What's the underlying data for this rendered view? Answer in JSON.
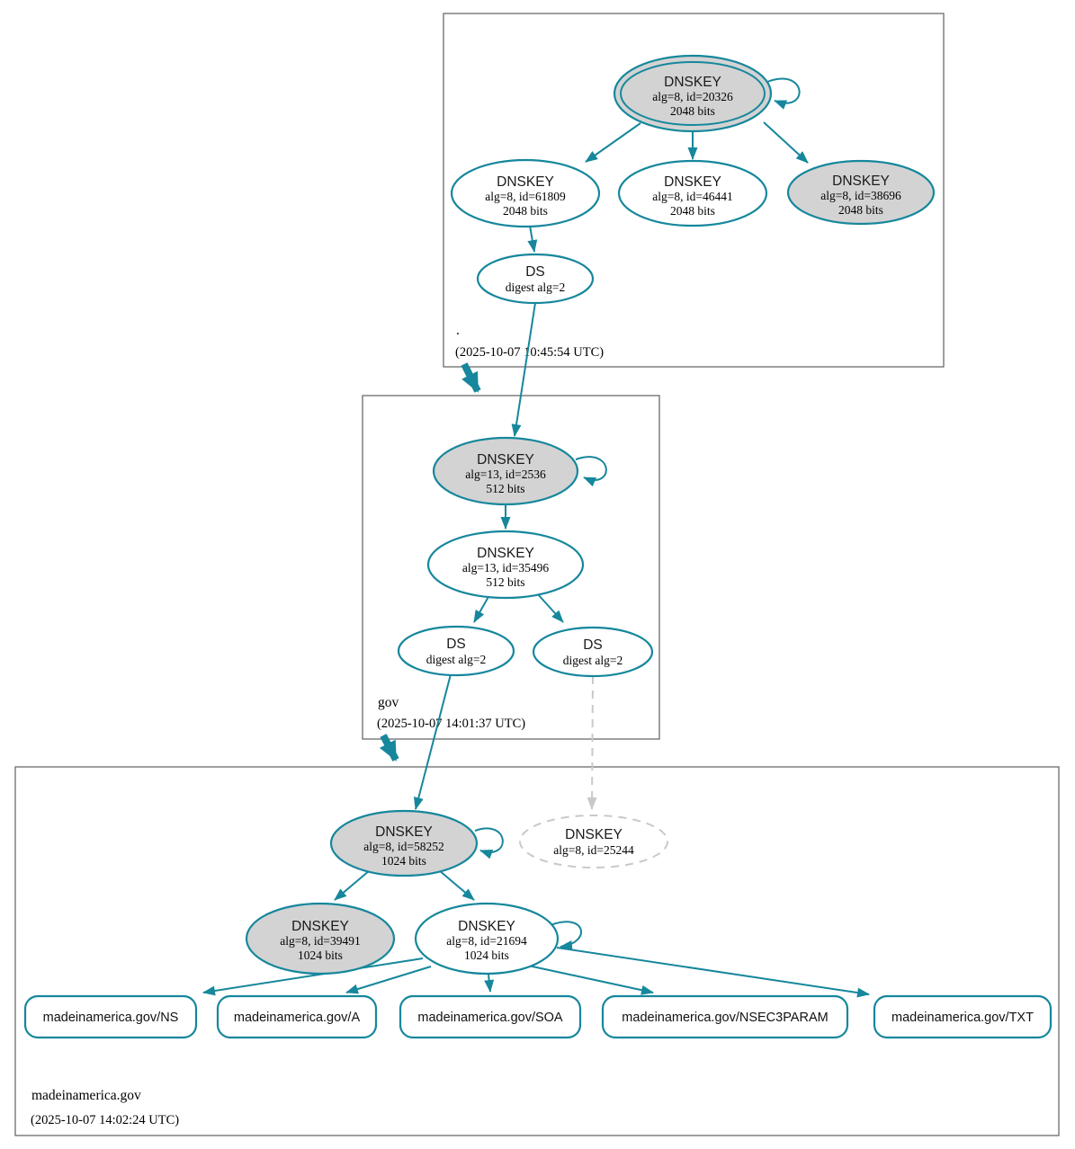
{
  "diagram_type": "dnssec-authentication-chain",
  "colors": {
    "secure_teal": "#16879c",
    "node_gray_fill": "#d3d3d3",
    "insecure_gray": "#c9c9c9",
    "zone_border_gray": "#5f5f5f",
    "text_black": "#000000"
  },
  "zones": {
    "root": {
      "label": ".",
      "timestamp": "(2025-10-07 10:45:54 UTC)",
      "nodes": {
        "ksk": {
          "title": "DNSKEY",
          "detail": "alg=8, id=20326",
          "size": "2048 bits"
        },
        "zsk1": {
          "title": "DNSKEY",
          "detail": "alg=8, id=61809",
          "size": "2048 bits"
        },
        "zsk2": {
          "title": "DNSKEY",
          "detail": "alg=8, id=46441",
          "size": "2048 bits"
        },
        "zsk3": {
          "title": "DNSKEY",
          "detail": "alg=8, id=38696",
          "size": "2048 bits"
        },
        "ds": {
          "title": "DS",
          "detail": "digest alg=2"
        }
      }
    },
    "gov": {
      "label": "gov",
      "timestamp": "(2025-10-07 14:01:37 UTC)",
      "nodes": {
        "ksk": {
          "title": "DNSKEY",
          "detail": "alg=13, id=2536",
          "size": "512 bits"
        },
        "zsk": {
          "title": "DNSKEY",
          "detail": "alg=13, id=35496",
          "size": "512 bits"
        },
        "ds1": {
          "title": "DS",
          "detail": "digest alg=2"
        },
        "ds2": {
          "title": "DS",
          "detail": "digest alg=2"
        }
      }
    },
    "madeinamerica": {
      "label": "madeinamerica.gov",
      "timestamp": "(2025-10-07 14:02:24 UTC)",
      "nodes": {
        "ksk": {
          "title": "DNSKEY",
          "detail": "alg=8, id=58252",
          "size": "1024 bits"
        },
        "unknown": {
          "title": "DNSKEY",
          "detail": "alg=8, id=25244"
        },
        "zsk1": {
          "title": "DNSKEY",
          "detail": "alg=8, id=39491",
          "size": "1024 bits"
        },
        "zsk2": {
          "title": "DNSKEY",
          "detail": "alg=8, id=21694",
          "size": "1024 bits"
        }
      },
      "rrsets": [
        "madeinamerica.gov/NS",
        "madeinamerica.gov/A",
        "madeinamerica.gov/SOA",
        "madeinamerica.gov/NSEC3PARAM",
        "madeinamerica.gov/TXT"
      ]
    }
  }
}
